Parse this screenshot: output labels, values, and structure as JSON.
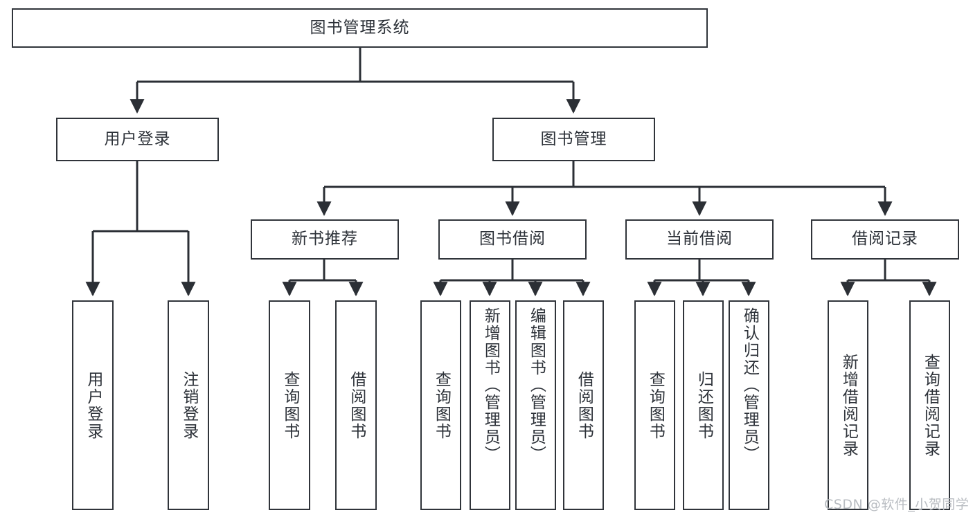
{
  "diagram": {
    "type": "tree",
    "title": "图书管理系统",
    "watermark": "CSDN @软件_小贺同学",
    "colors": {
      "box_border": "#30343a",
      "box_fill": "#ffffff",
      "text": "#2c3138",
      "connector": "#2b2f35",
      "watermark": "#b9bdc2",
      "background": "#ffffff"
    },
    "levels": {
      "root": {
        "label": "图书管理系统"
      },
      "level2": [
        {
          "label": "用户登录"
        },
        {
          "label": "图书管理"
        }
      ],
      "level3": [
        {
          "label": "新书推荐"
        },
        {
          "label": "图书借阅"
        },
        {
          "label": "当前借阅"
        },
        {
          "label": "借阅记录"
        }
      ]
    },
    "leaves": {
      "user_login": [
        {
          "label": "用户登录"
        },
        {
          "label": "注销登录"
        }
      ],
      "new_book_recommend": [
        {
          "label": "查询图书"
        },
        {
          "label": "借阅图书"
        }
      ],
      "book_borrow": [
        {
          "label": "查询图书"
        },
        {
          "label": "新增图书（管理员）"
        },
        {
          "label": "编辑图书（管理员）"
        },
        {
          "label": "借阅图书"
        }
      ],
      "current_borrow": [
        {
          "label": "查询图书"
        },
        {
          "label": "归还图书"
        },
        {
          "label": "确认归还（管理员）"
        }
      ],
      "borrow_record": [
        {
          "label": "新增借阅记录"
        },
        {
          "label": "查询借阅记录"
        }
      ]
    }
  }
}
